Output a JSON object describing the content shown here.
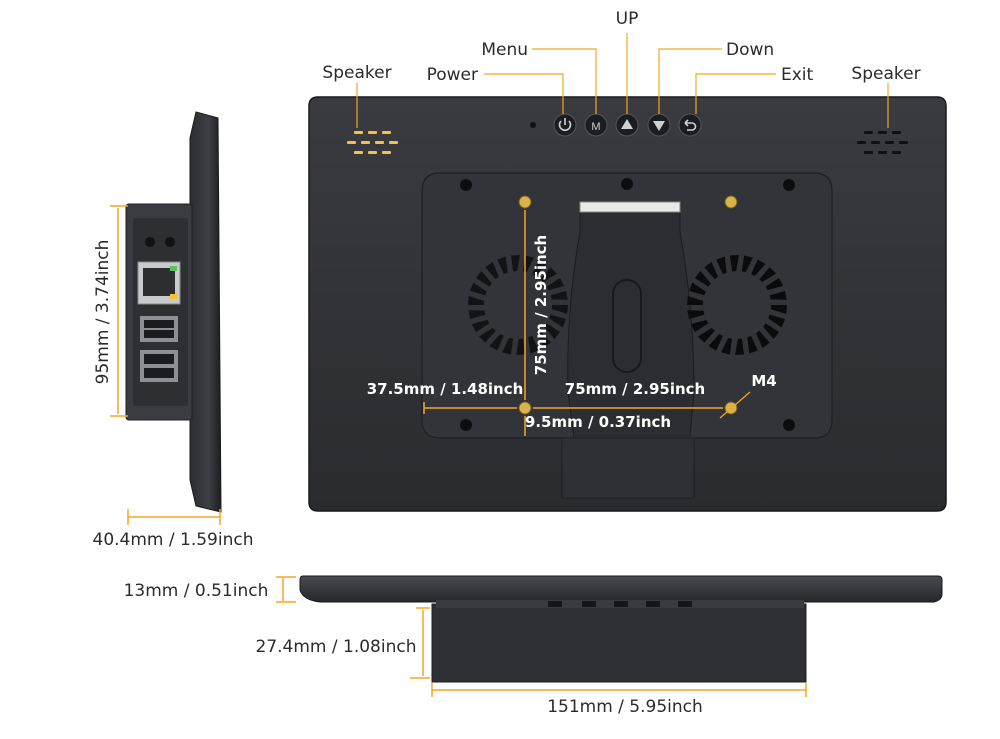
{
  "labels": {
    "speaker_left": "Speaker",
    "power": "Power",
    "menu": "Menu",
    "up": "UP",
    "down": "Down",
    "exit": "Exit",
    "speaker_right": "Speaker",
    "m4": "M4"
  },
  "dimensions": {
    "side_height": "95mm / 3.74inch",
    "side_depth": "40.4mm / 1.59inch",
    "vesa_vertical": "75mm / 2.95inch",
    "vesa_horizontal": "75mm / 2.95inch",
    "offset_left": "37.5mm / 1.48inch",
    "offset_bottom": "9.5mm / 0.37inch",
    "bezel_thickness": "13mm / 0.51inch",
    "stand_height": "27.4mm / 1.08inch",
    "stand_width": "151mm / 5.95inch"
  },
  "colors": {
    "accent": "#F5A623",
    "device": "#2E2F33",
    "device_dark": "#1F2023",
    "panel": "#3A3B40",
    "text": "#2B2B2B"
  },
  "icons": {
    "power_button": "power-icon",
    "menu_button": "m-icon",
    "up_button": "triangle-up-icon",
    "down_button": "triangle-down-icon",
    "exit_button": "return-icon"
  }
}
